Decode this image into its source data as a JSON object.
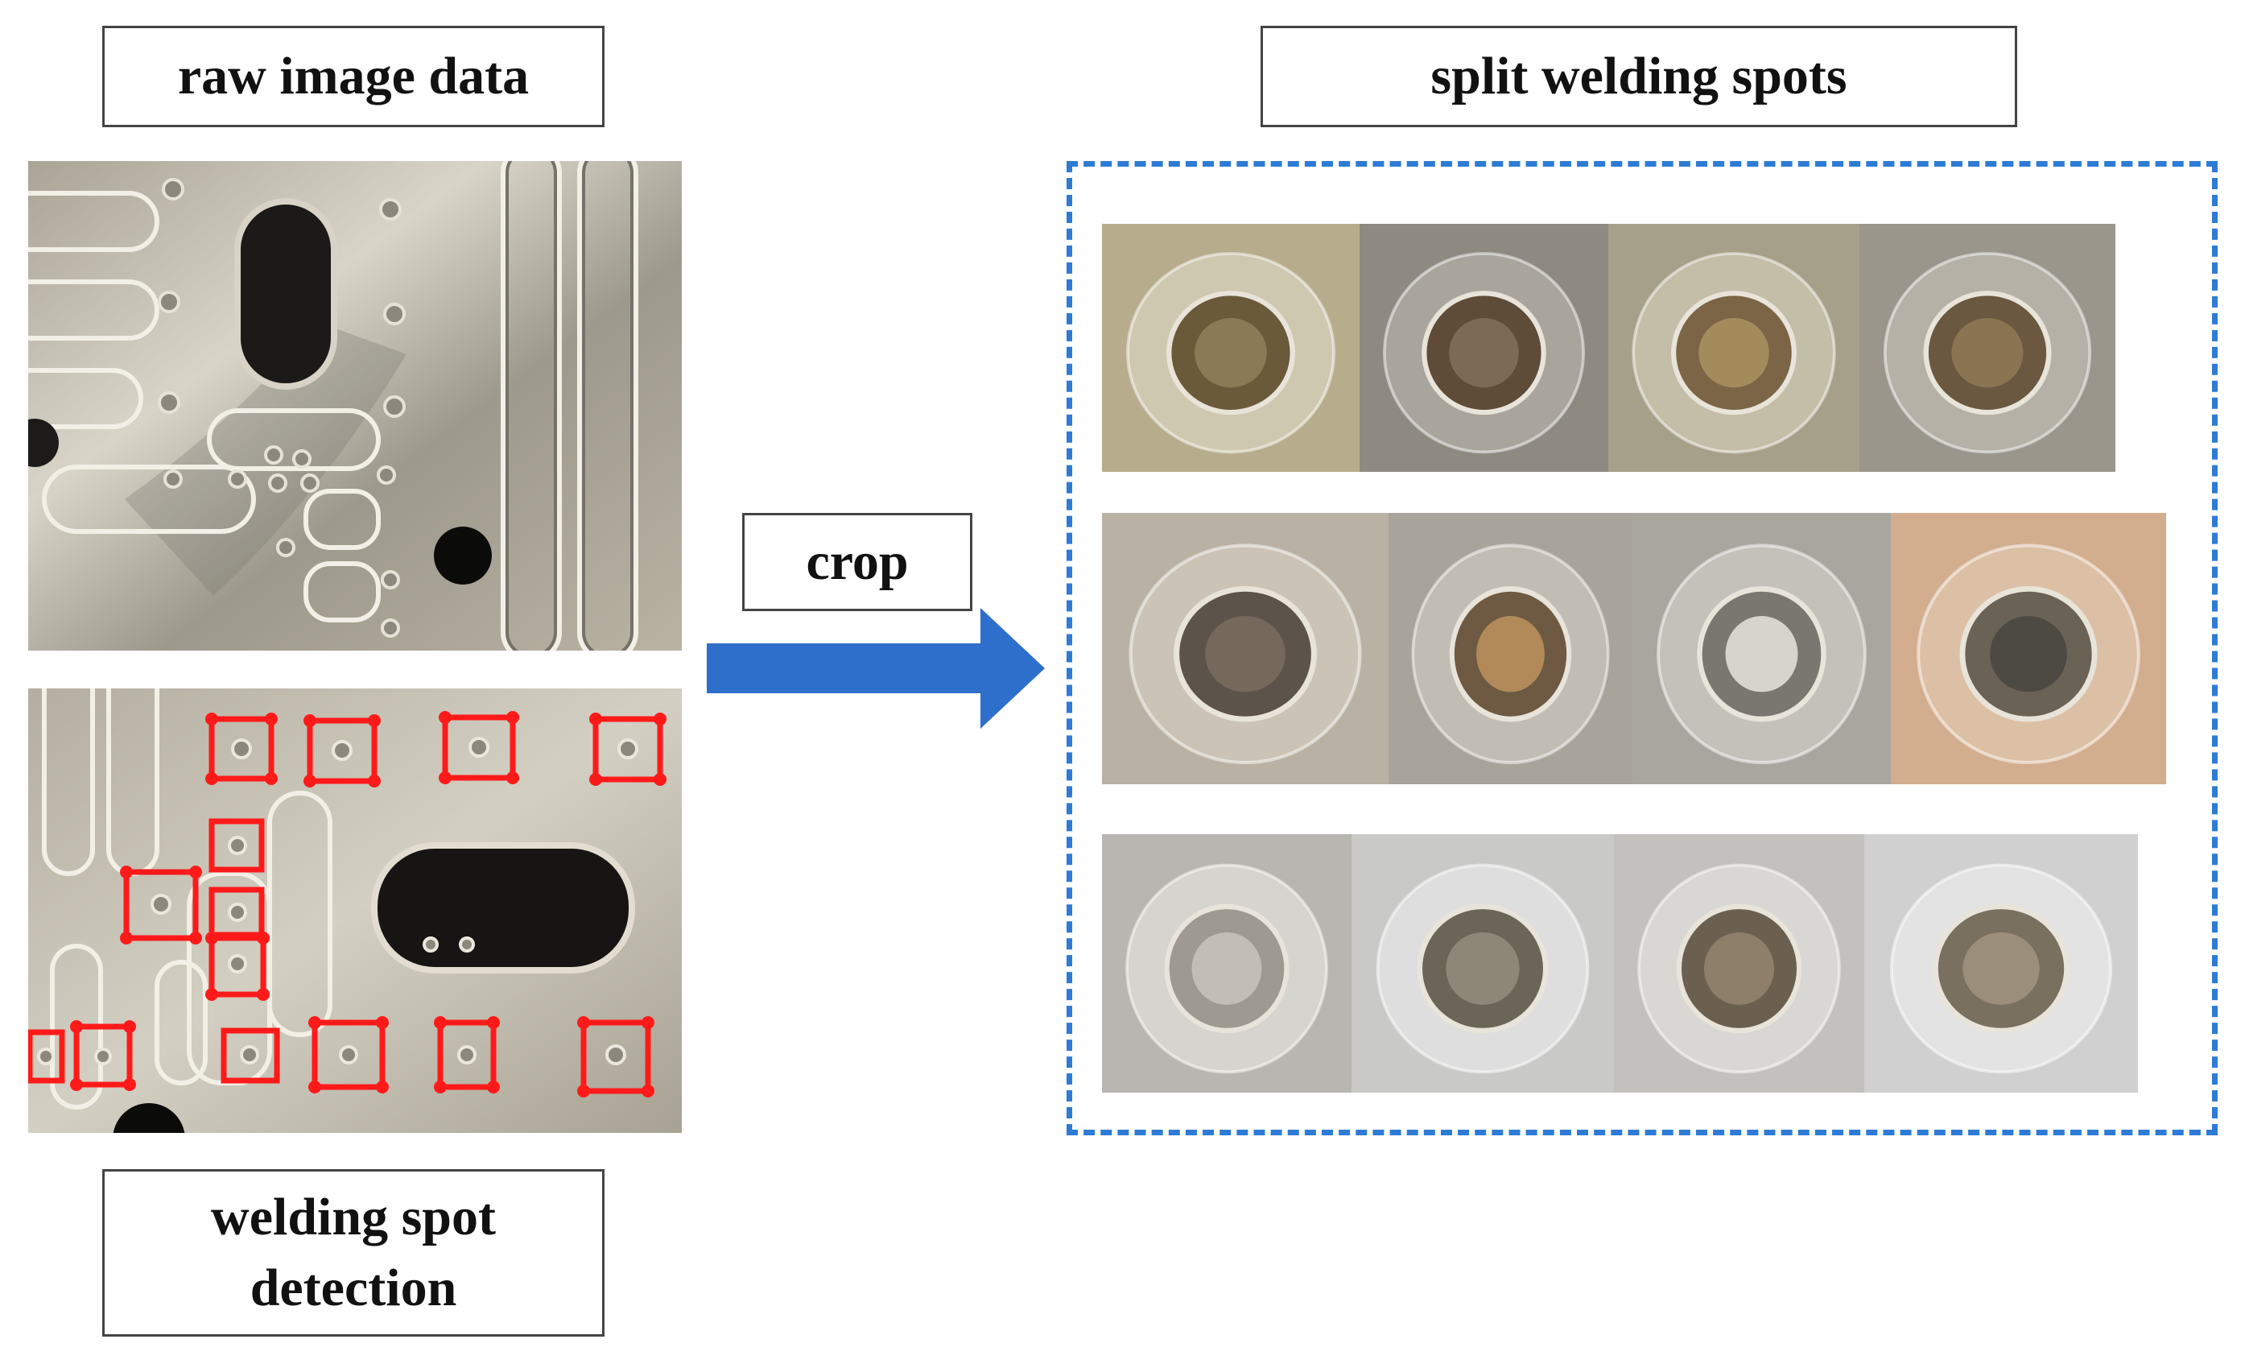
{
  "labels": {
    "raw": "raw image data",
    "detection_line1": "welding spot",
    "detection_line2": "detection",
    "crop": "crop",
    "split": "split welding spots"
  },
  "colors": {
    "arrow": "#2e6fcb",
    "frame": "#2e7bd6",
    "detection_box": "#ff1a1a",
    "label_border": "#444444"
  },
  "icons": {
    "arrow": "right-arrow-icon"
  },
  "crops": {
    "rows": [
      [
        {
          "bg": "#b7ad8d",
          "ring": "#cfc8b0",
          "inner": "#6b5a3a",
          "core": "#8a7a55"
        },
        {
          "bg": "#8e8a82",
          "ring": "#a9a59d",
          "inner": "#5e4b38",
          "core": "#7d6a55"
        },
        {
          "bg": "#a6a08a",
          "ring": "#c3bea8",
          "inner": "#7b6546",
          "core": "#a48b5c"
        },
        {
          "bg": "#9a968c",
          "ring": "#b5b1a6",
          "inner": "#6a5840",
          "core": "#8a7552"
        }
      ],
      [
        {
          "bg": "#b9b2a4",
          "ring": "#cbc4b6",
          "inner": "#5c544a",
          "core": "#75695c"
        },
        {
          "bg": "#a8a39b",
          "ring": "#c2bdb4",
          "inner": "#6e5a42",
          "core": "#b28a5a"
        },
        {
          "bg": "#a9a6a0",
          "ring": "#c4c1bb",
          "inner": "#7a7770",
          "core": "#d7d4cc"
        },
        {
          "bg": "#d2ad8e",
          "ring": "#dcc0a6",
          "inner": "#6b6256",
          "core": "#4d4a44"
        }
      ],
      [
        {
          "bg": "#b8b6b0",
          "ring": "#d6d4cf",
          "inner": "#9e9a91",
          "core": "#c2beb5"
        },
        {
          "bg": "#c9c9c7",
          "ring": "#dedede",
          "inner": "#6b6558",
          "core": "#8e8778"
        },
        {
          "bg": "#c2c1bd",
          "ring": "#d8d7d3",
          "inner": "#6b6050",
          "core": "#8d7f6a"
        },
        {
          "bg": "#cfd0cf",
          "ring": "#e2e3e2",
          "inner": "#7a7060",
          "core": "#9b8f7c"
        }
      ]
    ]
  }
}
